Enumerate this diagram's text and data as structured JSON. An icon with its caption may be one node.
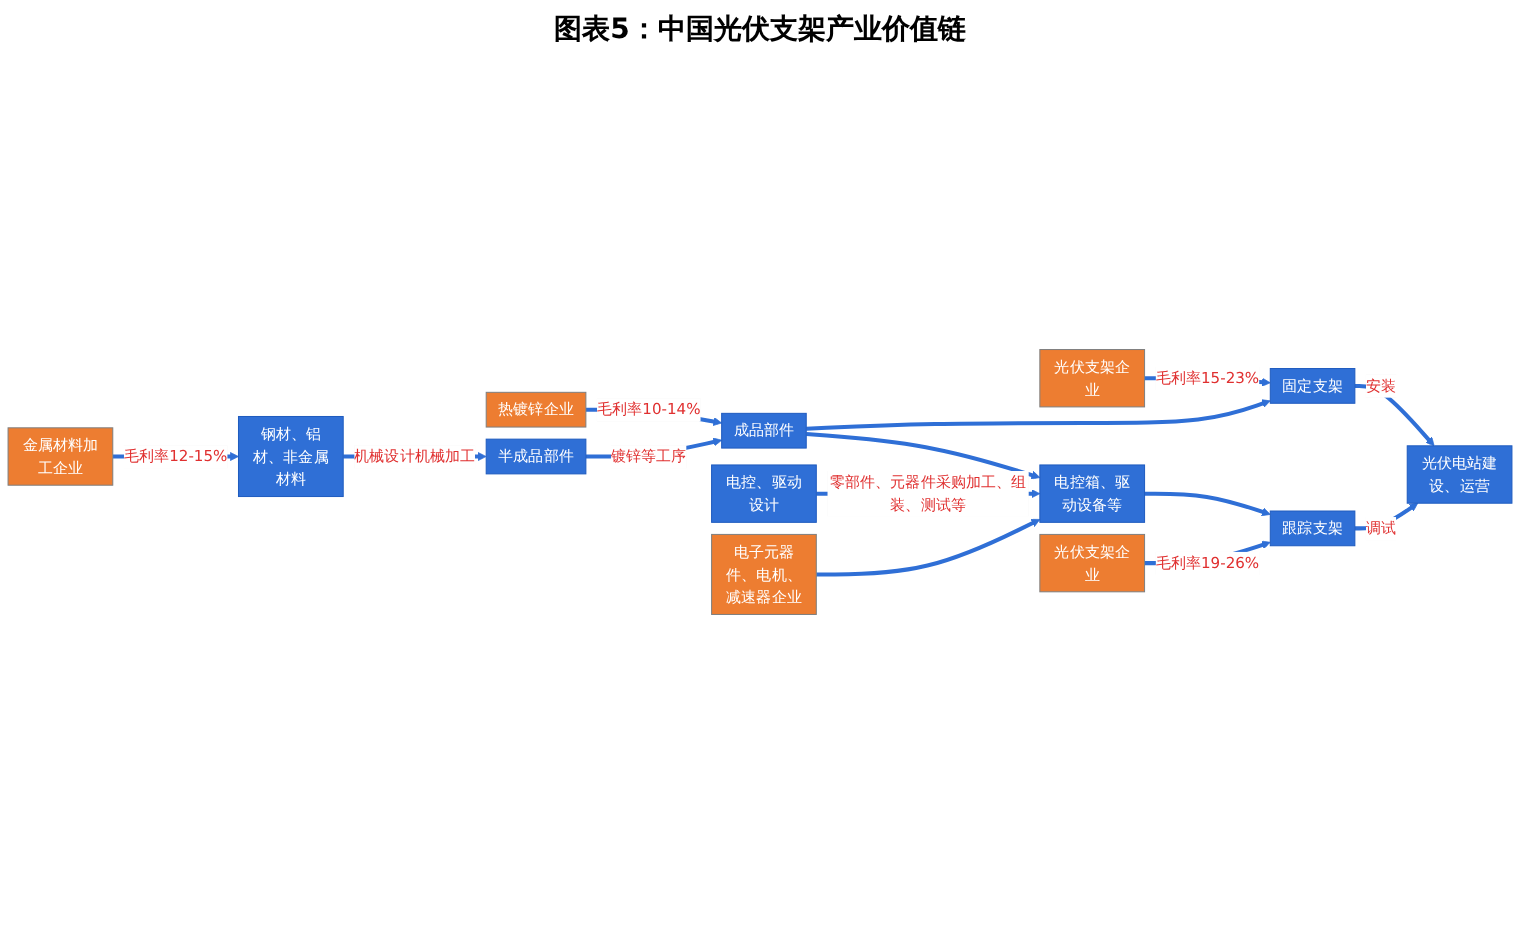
{
  "diagram": {
    "title": "图表5：中国光伏支架产业价值链",
    "nodes": [
      {
        "text": [
          "金属材料加工企业"
        ]
      },
      {
        "text": [
          "钢材、铝材、非金属材料"
        ]
      },
      {
        "text": [
          "热镀锌企业"
        ]
      },
      {
        "text": [
          "半成品部件"
        ]
      },
      {
        "text": [
          "成品部件"
        ]
      },
      {
        "text": [
          "光伏支架企业"
        ]
      },
      {
        "text": [
          "固定支架"
        ]
      },
      {
        "text": [
          "光伏电站建设、运营"
        ]
      },
      {
        "text": [
          "电控、驱动设计"
        ]
      },
      {
        "text": [
          "电控箱、驱动设备等"
        ]
      },
      {
        "text": [
          "跟踪支架"
        ]
      },
      {
        "text": [
          "电子元器件、电机、减速器企业"
        ]
      },
      {
        "text": [
          "光伏支架企业"
        ]
      }
    ],
    "edges": [
      {
        "from": 0,
        "to": 1,
        "arrow": "to",
        "label": "毛利率12-15%"
      },
      {
        "from": 1,
        "to": 3,
        "arrow": "to",
        "label": "机械设计机械加工"
      },
      {
        "from": 2,
        "to": 4,
        "arrow": "to",
        "label": "毛利率10-14%"
      },
      {
        "from": 3,
        "to": 4,
        "arrow": "to",
        "label": "镀锌等工序"
      },
      {
        "from": 5,
        "to": 6,
        "arrow": "to",
        "label": "毛利率15-23%"
      },
      {
        "from": 4,
        "to": 6,
        "arrow": "to"
      },
      {
        "from": 4,
        "to": 9,
        "arrow": "to"
      },
      {
        "from": 6,
        "to": 7,
        "arrow": "to",
        "label": "安装"
      },
      {
        "from": 8,
        "to": 9,
        "arrow": "to",
        "label": "零部件、元器件采购加工、组装、测试等"
      },
      {
        "from": 11,
        "to": 9,
        "arrow": "to"
      },
      {
        "from": 9,
        "to": 10,
        "arrow": "to"
      },
      {
        "from": 12,
        "to": 10,
        "arrow": "to",
        "label": "毛利率19-26%"
      },
      {
        "from": 10,
        "to": 7,
        "arrow": "to",
        "label": "调试"
      }
    ]
  }
}
